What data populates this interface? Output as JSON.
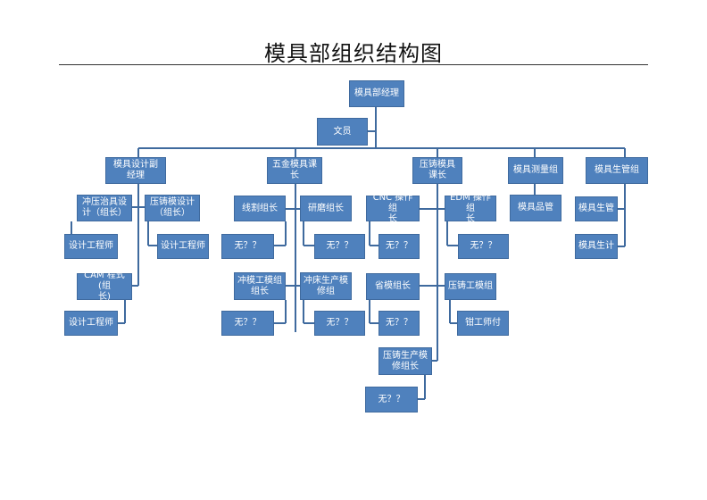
{
  "title": "模具部组织结构图",
  "colors": {
    "box_fill": "#4f81bd",
    "box_text": "#ffffff",
    "connector": "#3f6a9e"
  },
  "nodes": {
    "manager": "模具部经理",
    "clerk": "文员",
    "design_deputy": "模具设计副\n经理",
    "stamping_fixture_lead": "冲压治具设\n计（组长）",
    "die_cast_design_lead": "压铸模设计\n（组长）",
    "design_engineer_1": "设计工程师",
    "design_engineer_2": "设计工程师",
    "cam_lead": "CAM 程式(组\n长)",
    "design_engineer_3": "设计工程师",
    "hardware_mold_chief": "五金模具课\n长",
    "wire_cut_lead": "线割组长",
    "grinding_lead": "研磨组长",
    "none_1": "无？？",
    "none_2": "无？？",
    "stamping_mold_lead": "冲模工模组\n组长",
    "punch_prod_repair_lead": "冲床生产模\n修组",
    "none_3": "无？？",
    "none_4": "无？？",
    "die_cast_chief": "压铸模具\n课长",
    "cnc_lead": "CNC 操作组\n长",
    "edm_lead": "EDM 操作组\n长",
    "none_5": "无？？",
    "none_6": "无？？",
    "province_mold_lead": "省模组长",
    "die_cast_mold_group": "压铸工模组",
    "none_7": "无？？",
    "fitter": "钳工师付",
    "die_cast_prod_repair_lead": "压铸生产模\n修组长",
    "none_8": "无？？",
    "measurement_group": "模具测量组",
    "mold_qc": "模具品管",
    "production_mgmt_group": "模具生管组",
    "mold_prod_mgmt": "模具生管",
    "mold_prod_plan": "模具生计"
  }
}
